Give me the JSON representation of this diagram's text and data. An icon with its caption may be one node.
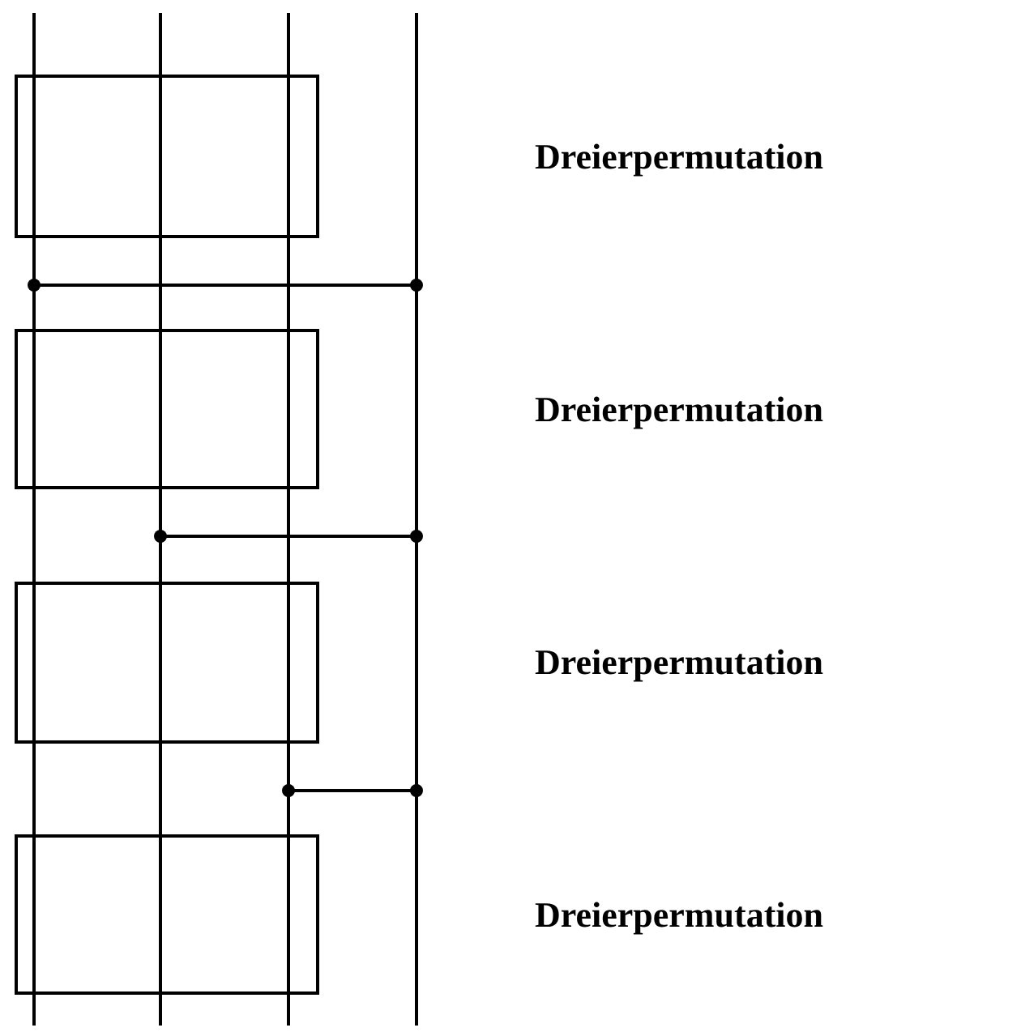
{
  "diagram": {
    "nodes": [
      {
        "text": [],
        "shape": "box"
      },
      {
        "text": [],
        "shape": "box"
      },
      {
        "text": [],
        "shape": "box"
      },
      {
        "text": [],
        "shape": "box"
      }
    ],
    "labels": [
      "Dreierpermutation",
      "Dreierpermutation",
      "Dreierpermutation",
      "Dreierpermutation"
    ]
  }
}
